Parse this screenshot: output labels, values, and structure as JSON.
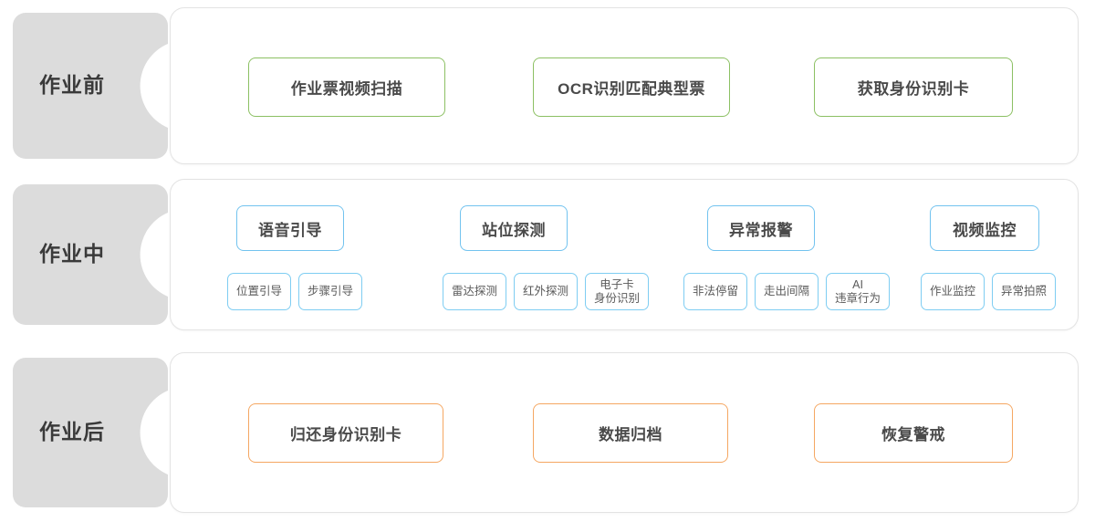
{
  "colors": {
    "green": "#8cc063",
    "blue": "#72c3ef",
    "orange": "#f5a762",
    "tab_fill": "#dcdcdc",
    "panel_border": "#e3e3e3",
    "text": "#4a4a4a"
  },
  "rows": [
    {
      "id": "pre",
      "label": "作业前",
      "accent": "#8cc063",
      "boxes": [
        {
          "label": "作业票视频扫描"
        },
        {
          "label": "OCR识别匹配典型票"
        },
        {
          "label": "获取身份识别卡"
        }
      ]
    },
    {
      "id": "mid",
      "label": "作业中",
      "accent": "#72c3ef",
      "groups": [
        {
          "head": "语音引导",
          "chips": [
            {
              "line1": "位置引导",
              "line2": ""
            },
            {
              "line1": "步骤引导",
              "line2": ""
            }
          ]
        },
        {
          "head": "站位探测",
          "chips": [
            {
              "line1": "雷达探测",
              "line2": ""
            },
            {
              "line1": "红外探测",
              "line2": ""
            },
            {
              "line1": "电子卡",
              "line2": "身份识别"
            }
          ]
        },
        {
          "head": "异常报警",
          "chips": [
            {
              "line1": "非法停留",
              "line2": ""
            },
            {
              "line1": "走出间隔",
              "line2": ""
            },
            {
              "line1": "AI",
              "line2": "违章行为"
            }
          ]
        },
        {
          "head": "视频监控",
          "chips": [
            {
              "line1": "作业监控",
              "line2": ""
            },
            {
              "line1": "异常拍照",
              "line2": ""
            }
          ]
        }
      ]
    },
    {
      "id": "post",
      "label": "作业后",
      "accent": "#f5a762",
      "boxes": [
        {
          "label": "归还身份识别卡"
        },
        {
          "label": "数据归档"
        },
        {
          "label": "恢复警戒"
        }
      ]
    }
  ]
}
